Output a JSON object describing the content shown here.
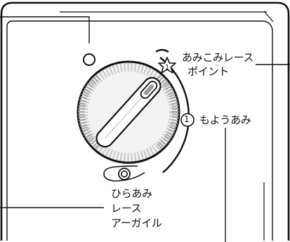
{
  "labels": {
    "lace_top_line1": "あみこみレース",
    "lace_top_line2": "ポイント",
    "pattern_num": "1",
    "pattern_label": "もようあみ",
    "bottom_line1": "ひらあみ",
    "bottom_line2": "レース",
    "bottom_line3": "アーガイル"
  },
  "colors": {
    "ink": "#111111",
    "panel_bg": "#ffffff",
    "dial_face": "#f2f2f2",
    "dial_shade": "#bdbdbd"
  },
  "icons": {
    "indicator_lamp": "circle-outline",
    "star_mark": "star-with-1",
    "pattern_mark": "circled-1",
    "bottom_mark": "double-circle",
    "dial": "rotary-knob"
  }
}
